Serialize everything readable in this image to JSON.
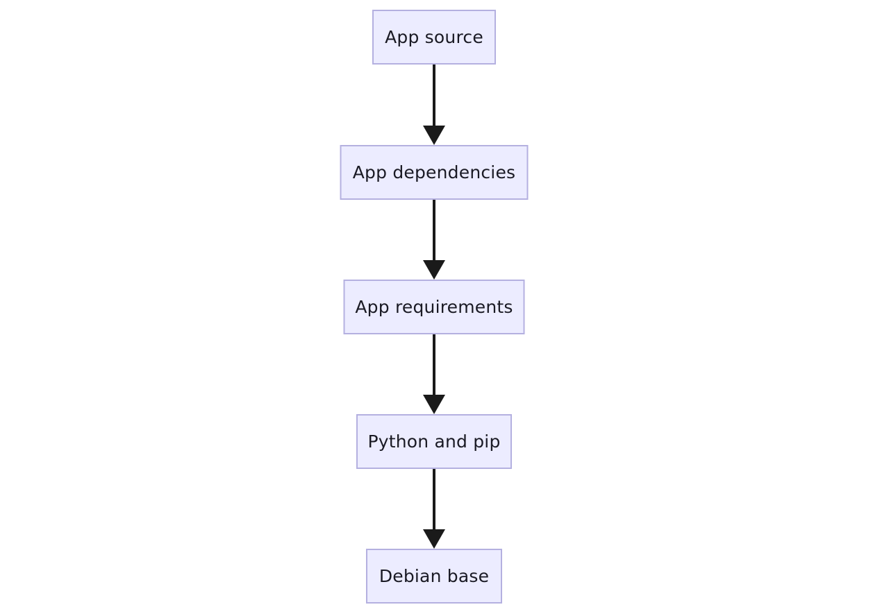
{
  "diagram": {
    "type": "flowchart",
    "direction": "top-down",
    "colors": {
      "background": "#FFFFFF",
      "node_fill": "#ECECFF",
      "node_border": "#B4B0E0",
      "node_text": "#1A1A24",
      "arrow": "#1A1A1A"
    },
    "nodes": [
      {
        "label": "App source"
      },
      {
        "label": "App dependencies"
      },
      {
        "label": "App requirements"
      },
      {
        "label": "Python and pip"
      },
      {
        "label": "Debian base"
      }
    ],
    "edges": [
      {
        "from": "App source",
        "to": "App dependencies"
      },
      {
        "from": "App dependencies",
        "to": "App requirements"
      },
      {
        "from": "App requirements",
        "to": "Python and pip"
      },
      {
        "from": "Python and pip",
        "to": "Debian base"
      }
    ]
  }
}
